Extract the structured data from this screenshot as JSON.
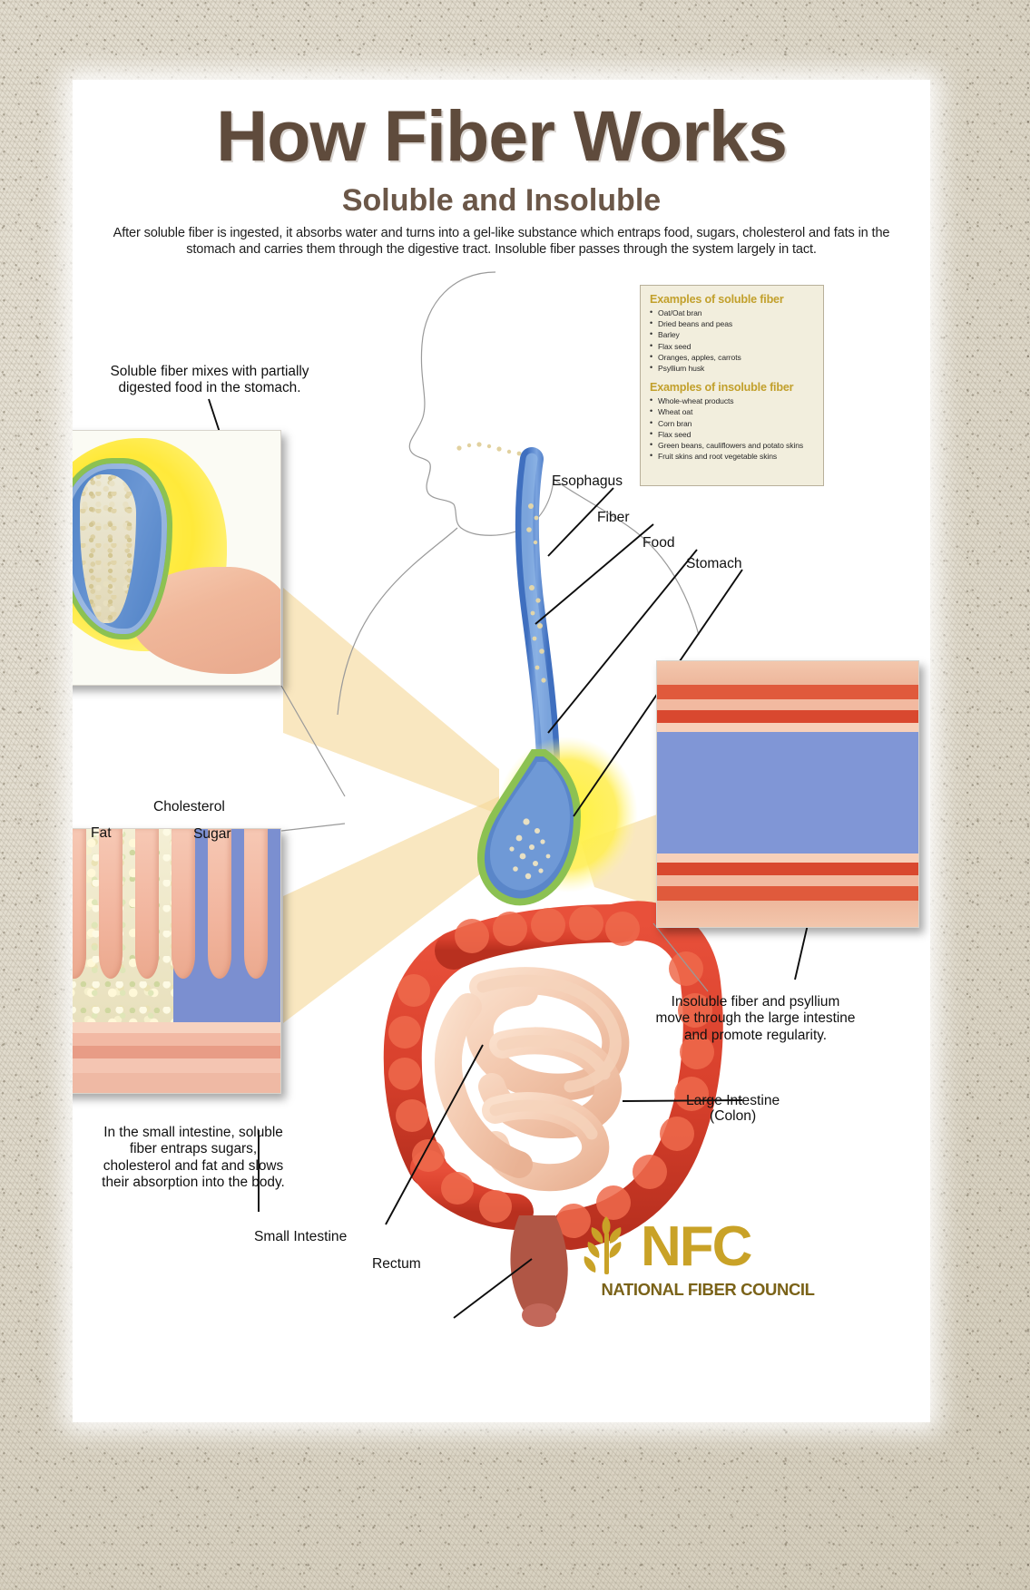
{
  "poster": {
    "title": "How Fiber Works",
    "subtitle": "Soluble and Insoluble",
    "intro": "After soluble fiber is ingested, it absorbs water and turns into a gel-like substance which entraps food, sugars, cholesterol and fats in the stomach and carries them through the digestive tract.  Insoluble fiber passes through the system largely in tact."
  },
  "legend": {
    "soluble_heading": "Examples of soluble fiber",
    "soluble_items": [
      "Oat/Oat bran",
      "Dried beans and peas",
      "Barley",
      "Flax seed",
      "Oranges, apples, carrots",
      "Psyllium husk"
    ],
    "insoluble_heading": "Examples of insoluble fiber",
    "insoluble_items": [
      "Whole-wheat products",
      "Wheat oat",
      "Corn bran",
      "Flax seed",
      "Green beans, cauliflowers and potato skins",
      "Fruit skins and root vegetable skins"
    ]
  },
  "callouts": {
    "stomach": "Soluble fiber mixes with partially digested food in the stomach.",
    "small_intestine": "In the small intestine, soluble fiber entraps sugars, cholesterol and fat and slows their absorption into the body.",
    "large_intestine": "Insoluble fiber and psyllium move through the large intestine and promote regularity."
  },
  "labels": {
    "esophagus": "Esophagus",
    "fiber": "Fiber",
    "food": "Food",
    "stomach": "Stomach",
    "large_intestine_line1": "Large Intestine",
    "large_intestine_line2": "(Colon)",
    "small_intestine": "Small Intestine",
    "rectum": "Rectum",
    "cholesterol": "Cholesterol",
    "fat": "Fat",
    "sugar": "Sugar"
  },
  "logo": {
    "acronym": "NFC",
    "name": "NATIONAL FIBER COUNCIL"
  },
  "colors": {
    "title_brown": "#5f4b3c",
    "legend_gold": "#c2a02c",
    "legend_bg": "#f2eedd",
    "logo_gold": "#c9a227",
    "logo_dark_gold": "#7a6218",
    "paper": "#ded8c9"
  }
}
